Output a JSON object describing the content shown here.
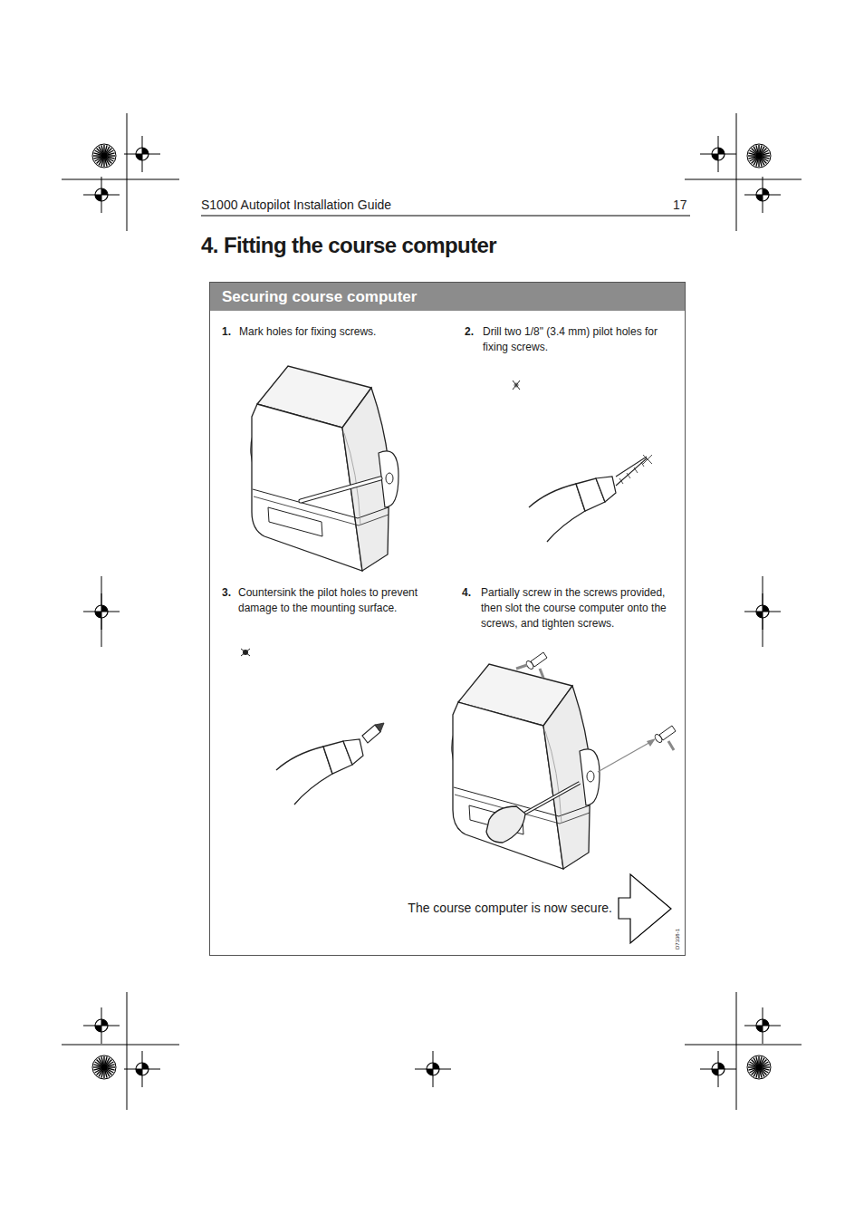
{
  "diagram": {
    "title": "4. Fitting the course computer",
    "nodes": [
      {
        "text": [
          "Securing course computer"
        ]
      }
    ],
    "labels": [
      "S1000 Autopilot Installation Guide",
      "17",
      "1.",
      "Mark holes for fixing screws.",
      "2.",
      "Drill two 1/8\" (3.4 mm) pilot holes for fixing screws.",
      "3.",
      "Countersink the pilot holes to prevent damage to the mounting surface.",
      "4.",
      "Partially screw in the screws provided, then slot the course computer onto the screws, and tighten screws.",
      "The course computer is now secure.",
      "D7338-1"
    ]
  }
}
